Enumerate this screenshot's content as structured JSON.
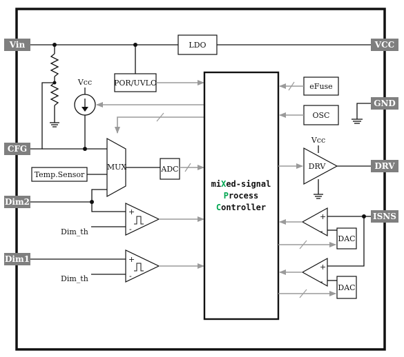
{
  "pins": {
    "vin": "Vin",
    "cfg": "CFG",
    "dim2": "Dim2",
    "dim1": "Dim1",
    "vcc": "VCC",
    "gnd": "GND",
    "drv": "DRV",
    "isns": "ISNS"
  },
  "blocks": {
    "ldo": "LDO",
    "por_uvlo": "POR/UVLO",
    "efuse": "eFuse",
    "osc": "OSC",
    "mux": "MUX",
    "adc": "ADC",
    "temp_sensor": "Temp.Sensor",
    "drv": "DRV",
    "dac1": "DAC",
    "dac2": "DAC"
  },
  "labels": {
    "vcc_source": "Vcc",
    "vcc_drv": "Vcc",
    "dim_th_1": "Dim_th",
    "dim_th_2": "Dim_th",
    "plus": "+",
    "minus": "-"
  },
  "controller": {
    "line1_pre": "mi",
    "line1_accent": "X",
    "line1_post": "ed-signal",
    "line2_accent": "P",
    "line2_post": "rocess",
    "line3_accent": "C",
    "line3_post": "ontroller",
    "accent_color": "#00a651"
  },
  "colors": {
    "pin_fill": "#7f7f7f",
    "signal_arrow": "#9a9a9a",
    "outline": "#111111"
  }
}
